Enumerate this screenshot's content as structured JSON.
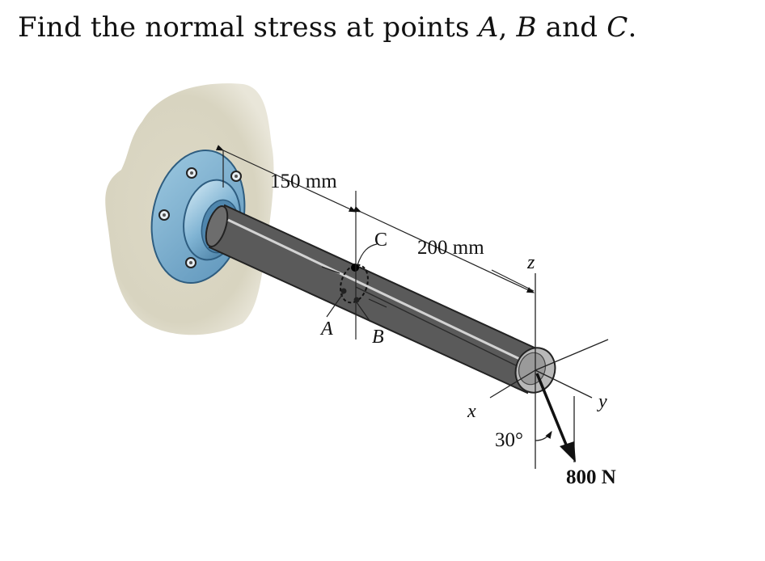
{
  "question": {
    "prefix": "Find the normal stress at points ",
    "point_a": "A",
    "sep1": ", ",
    "point_b": "B",
    "sep2": " and ",
    "point_c": "C",
    "suffix": "."
  },
  "figure": {
    "dim_150": "150 mm",
    "dim_200": "200 mm",
    "label_c": "C",
    "label_a": "A",
    "label_b": "B",
    "axis_x": "x",
    "axis_y": "y",
    "axis_z": "z",
    "angle": "30°",
    "force": "800 N"
  },
  "colors": {
    "wall": "#d9d6c4",
    "flange": "#7fb0d0",
    "flange_dark": "#3f7aa0",
    "rod_light": "#e6e6e6",
    "rod_dark": "#5d5d5d"
  }
}
